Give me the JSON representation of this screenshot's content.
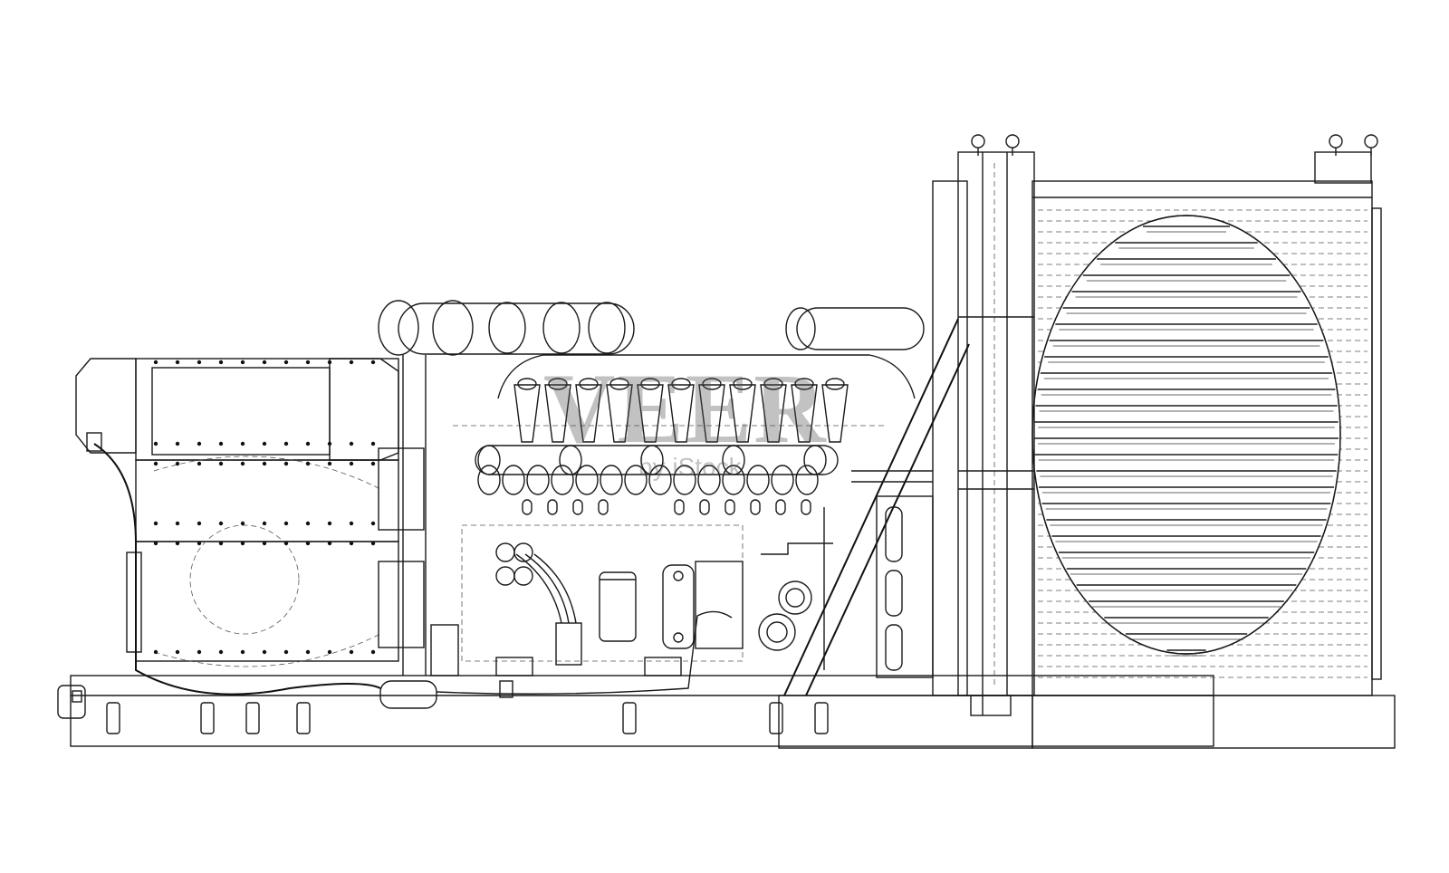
{
  "watermark": {
    "brand": "VEER",
    "sub": "by iStock"
  },
  "drawing": {
    "subject": "diesel-generator-wireframe"
  },
  "colors": {
    "line": "#1a1a1a",
    "background": "#ffffff"
  }
}
